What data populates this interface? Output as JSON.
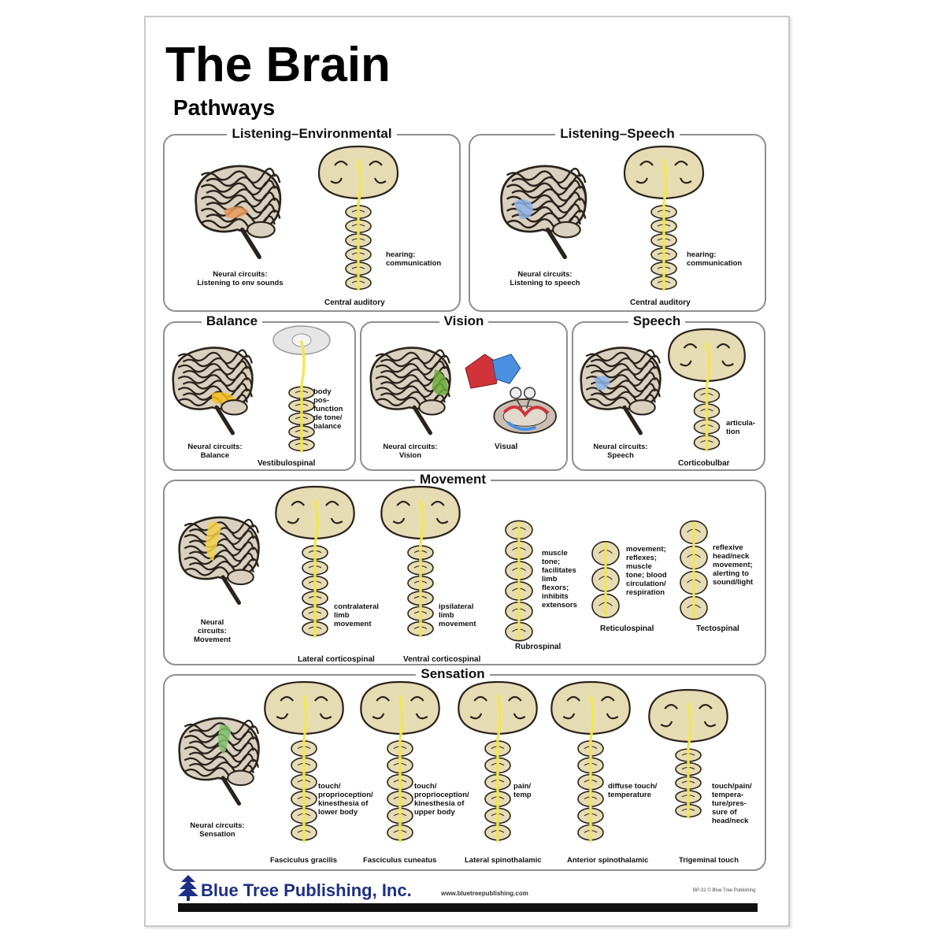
{
  "header": {
    "title": "The Brain",
    "subtitle": "Pathways"
  },
  "panels": {
    "listening_env": {
      "title": "Listening–Environmental",
      "brain_caption": "Neural circuits:\nListening to env sounds",
      "side_label": "hearing:\ncommunication",
      "pathway": "Central auditory"
    },
    "listening_speech": {
      "title": "Listening–Speech",
      "brain_caption": "Neural circuits:\nListening to speech",
      "side_label": "hearing:\ncommunication",
      "pathway": "Central auditory"
    },
    "balance": {
      "title": "Balance",
      "brain_caption": "Neural circuits:\nBalance",
      "side_label": "body\npos-\nfunction\nde tone/\nbalance",
      "pathway": "Vestibulospinal"
    },
    "vision": {
      "title": "Vision",
      "brain_caption": "Neural circuits:\nVision",
      "pathway": "Visual"
    },
    "speech": {
      "title": "Speech",
      "brain_caption": "Neural circuits:\nSpeech",
      "side_label": "articula-\ntion",
      "pathway": "Corticobulbar"
    },
    "movement": {
      "title": "Movement",
      "brain_caption": "Neural\ncircuits:\nMovement",
      "pathways": [
        {
          "name": "Lateral corticospinal",
          "desc": "contralateral\nlimb\nmovement"
        },
        {
          "name": "Ventral corticospinal",
          "desc": "ipsilateral\nlimb\nmovement"
        },
        {
          "name": "Rubrospinal",
          "desc": "muscle\ntone;\nfacilitates\nlimb\nflexors;\ninhibits\nextensors"
        },
        {
          "name": "Reticulospinal",
          "desc": "movement;\nreflexes;\nmuscle\ntone; blood\ncirculation/\nrespiration"
        },
        {
          "name": "Tectospinal",
          "desc": "reflexive\nhead/neck\nmovement;\nalerting to\nsound/light"
        }
      ]
    },
    "sensation": {
      "title": "Sensation",
      "brain_caption": "Neural circuits:\nSensation",
      "pathways": [
        {
          "name": "Fasciculus gracilis",
          "desc": "touch/\nproprioception/\nkinesthesia of\nlower body"
        },
        {
          "name": "Fasciculus cuneatus",
          "desc": "touch/\nproprioception/\nkinesthesia of\nupper body"
        },
        {
          "name": "Lateral spinothalamic",
          "desc": "pain/\ntemp"
        },
        {
          "name": "Anterior spinothalamic",
          "desc": "diffuse touch/\ntemperature"
        },
        {
          "name": "Trigeminal touch",
          "desc": "touch/pain/\ntempera-\nture/pres-\nsure of\nhead/neck"
        }
      ]
    }
  },
  "footer": {
    "publisher": "Blue Tree Publishing, Inc.",
    "url": "www.bluetreepublishing.com",
    "code": "BP-31 © Blue Tree Publishing"
  },
  "colors": {
    "brain_fill": "#d9d0bf",
    "brain_dark": "#2a231c",
    "section_fill": "#e6dcb4",
    "pathway": "#f2e64a",
    "auditory": "#e99a5b",
    "speech_blue": "#8fb4e6",
    "balance": "#f4c021",
    "vision_green": "#6dab3a",
    "movement": "#f2d24a",
    "sensation_green": "#7ec06a",
    "publisher_blue": "#1d2f86"
  }
}
